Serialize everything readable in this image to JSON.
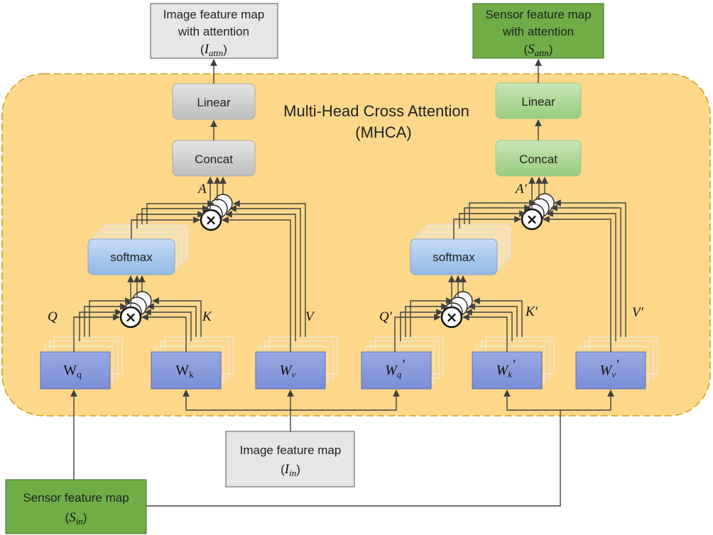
{
  "title": {
    "line1": "Multi-Head Cross Attention",
    "line2": "(MHCA)"
  },
  "outputs": {
    "image": {
      "line1": "Image feature map",
      "line2": "with attention",
      "symbol": "I",
      "sub": "attn"
    },
    "sensor": {
      "line1": "Sensor feature map",
      "line2": "with attention",
      "symbol": "S",
      "sub": "attn"
    }
  },
  "inputs": {
    "image": {
      "line1": "Image feature map",
      "symbol": "I",
      "sub": "in"
    },
    "sensor": {
      "line1": "Sensor feature map",
      "symbol": "S",
      "sub": "in"
    }
  },
  "left_branch": {
    "linear": "Linear",
    "concat": "Concat",
    "softmax": "softmax",
    "attn_label": "A",
    "q_label": "Q",
    "k_label": "K",
    "v_label": "V",
    "wq": {
      "base": "W",
      "sub": "q"
    },
    "wk": {
      "base": "W",
      "sub": "k"
    },
    "wv": {
      "base": "W",
      "sub": "v"
    }
  },
  "right_branch": {
    "linear": "Linear",
    "concat": "Concat",
    "softmax": "softmax",
    "attn_label": "A′",
    "q_label": "Q′",
    "k_label": "K′",
    "v_label": "V′",
    "wq": {
      "base": "W",
      "sub": "q",
      "prime": "′"
    },
    "wk": {
      "base": "W",
      "sub": "k",
      "prime": "′"
    },
    "wv": {
      "base": "W",
      "sub": "v",
      "prime": "′"
    }
  },
  "multiply_symbol": "×",
  "colors": {
    "region_fill": "#fdd88a",
    "region_border": "#c9a227",
    "gray_box": "#d0d0d0",
    "green_box": "#70ad47",
    "light_green": "#a9d18e",
    "blue_box": "#8f9fdc",
    "softmax_blue": "#a5c3ea"
  }
}
